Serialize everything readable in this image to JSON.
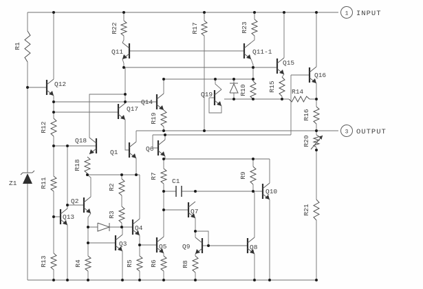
{
  "schematic": {
    "terminals": {
      "input": {
        "pin": "1",
        "label": "INPUT"
      },
      "output": {
        "pin": "3",
        "label": "OUTPUT"
      }
    },
    "labels": {
      "q1": "Q1",
      "q2": "Q2",
      "q3": "Q3",
      "q4": "Q4",
      "q5": "Q5",
      "q6": "Q6",
      "q7": "Q7",
      "q8": "Q8",
      "q9": "Q9",
      "q10": "Q10",
      "q11": "Q11",
      "q11_1": "Q11-1",
      "q12": "Q12",
      "q13": "Q13",
      "q14": "Q14",
      "q15": "Q15",
      "q16": "Q16",
      "q17": "Q17",
      "q18": "Q18",
      "q19": "Q19",
      "r1": "R1",
      "r2": "R2",
      "r3": "R3",
      "r4": "R4",
      "r5": "R5",
      "r6": "R6",
      "r7": "R7",
      "r8": "R8",
      "r9": "R9",
      "r10": "R10",
      "r11": "R11",
      "r12": "R12",
      "r13": "R13",
      "r14": "R14",
      "r15": "R15",
      "r16": "R16",
      "r17": "R17",
      "r18": "R18",
      "r19": "R19",
      "r20": "R20",
      "r21": "R21",
      "r22": "R22",
      "r23": "R23",
      "c1": "C1",
      "z1": "Z1"
    }
  }
}
